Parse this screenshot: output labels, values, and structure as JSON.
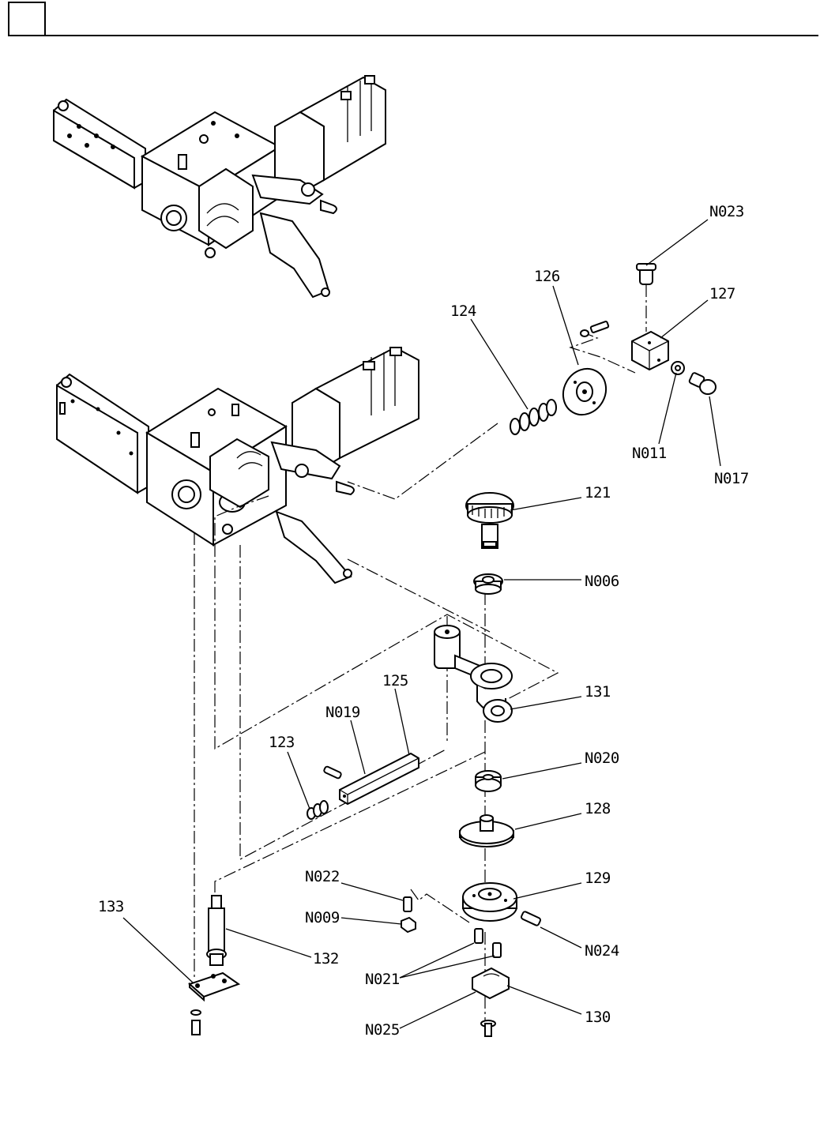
{
  "header": {
    "box_text": ""
  },
  "callouts": {
    "n023": "N023",
    "p126": "126",
    "p127": "127",
    "p124": "124",
    "n011": "N011",
    "n017": "N017",
    "p121": "121",
    "n006": "N006",
    "p125": "125",
    "n019": "N019",
    "p131": "131",
    "p123": "123",
    "n020": "N020",
    "p128": "128",
    "n022": "N022",
    "p129": "129",
    "n009": "N009",
    "p133": "133",
    "p132": "132",
    "n024": "N024",
    "n021": "N021",
    "n025": "N025",
    "p130": "130"
  }
}
